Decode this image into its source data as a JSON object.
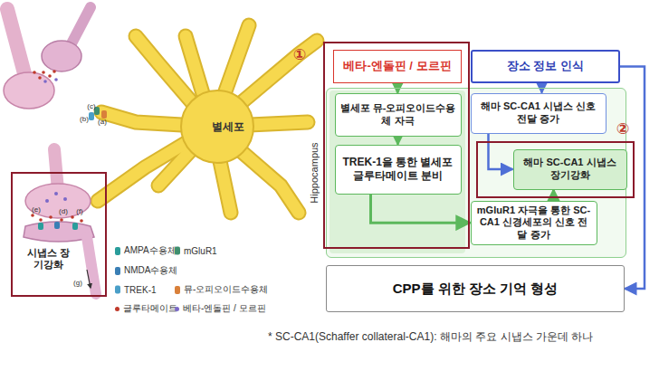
{
  "diagram": {
    "caption": "* SC-CA1(Schaffer collateral-CA1): 해마의 주요 시냅스 가운데 하나",
    "nodes": [
      {
        "text": [
          "시냅스 장기강화"
        ]
      },
      {
        "text": [
          "베타-엔돌핀 / 모르핀"
        ]
      },
      {
        "text": [
          "장소 정보 인식"
        ]
      },
      {
        "text": [
          "Hippocampus"
        ]
      },
      {
        "text": [
          "별세포 뮤-오피오이드수용체 자극"
        ],
        "in": 3
      },
      {
        "text": [
          "TREK-1을 통한 별세포 글루타메이트 분비"
        ],
        "in": 3
      },
      {
        "text": [
          "해마 SC-CA1 시냅스 신호 전달 증가"
        ],
        "in": 3
      },
      {
        "text": [
          "해마 SC-CA1 시냅스 장기강화"
        ],
        "in": 3
      },
      {
        "text": [
          "mGluR1 자극을 통한 SC-CA1 신경세포의 신호 전달 증가"
        ],
        "in": 3
      },
      {
        "text": [
          "CPP를 위한 장소 기억 형성"
        ]
      }
    ],
    "edges": [
      {
        "from": 1,
        "to": 4,
        "arrow": "to"
      },
      {
        "from": 4,
        "to": 5,
        "arrow": "to"
      },
      {
        "from": 5,
        "to": 8,
        "arrow": "to"
      },
      {
        "from": 2,
        "to": 6,
        "arrow": "to"
      },
      {
        "from": 6,
        "to": 7,
        "arrow": "to"
      },
      {
        "from": 8,
        "to": 7,
        "arrow": "to"
      },
      {
        "from": 2,
        "to": 9,
        "arrow": "to"
      }
    ],
    "labels": [
      "별세포",
      "(a)",
      "(b)",
      "(c)",
      "(d)",
      "(e)",
      "(f)",
      "(g)",
      "①",
      "②"
    ],
    "legend": [
      {
        "text": "AMPA수용체",
        "color": "#2a9d9b"
      },
      {
        "text": "mGluR1",
        "color": "#3f8f6f"
      },
      {
        "text": "NMDA수용체",
        "color": "#3a7fb5"
      },
      {
        "text": "TREK-1",
        "color": "#4a9fc8"
      },
      {
        "text": "뮤-오피오이드수용체",
        "color": "#d9803a"
      },
      {
        "text": "글루타메이트",
        "color": "#c0392b"
      },
      {
        "text": "베타-엔돌핀 / 모르핀",
        "color": "#7b68c8"
      }
    ]
  }
}
